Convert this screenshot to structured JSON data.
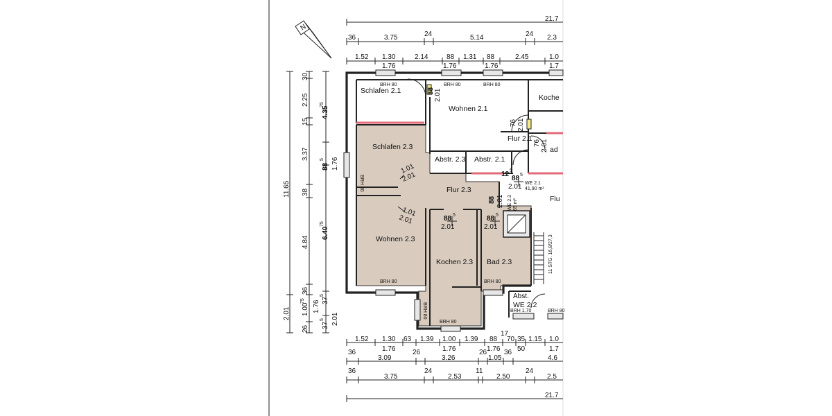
{
  "north_label": "N",
  "top_dimensions": {
    "overall": "21.7",
    "row2": [
      "36",
      "3.75",
      "24",
      "5.14",
      "24",
      "2.3"
    ],
    "row3_top": [
      "1.52",
      "1.30",
      "2.14",
      "88",
      "1.31",
      "88",
      "2.45",
      "1.0"
    ],
    "row3_bottom": [
      "1.76",
      "1.76",
      "1.76",
      "1.7"
    ]
  },
  "left_dimensions": {
    "col1": [
      "11.65",
      "2.01"
    ],
    "col2": [
      "30",
      "2.25",
      "15",
      "3.37",
      "38",
      "4.84",
      "36",
      "1.00",
      "26"
    ],
    "col2_sup": "75",
    "col3": [
      "4.35",
      "88",
      "6.40",
      "37",
      "37",
      "1.76"
    ],
    "col3_sups": [
      "75",
      "5",
      "75",
      "5",
      "5"
    ],
    "col4": [
      "1.76",
      "2.01"
    ]
  },
  "bottom_dimensions": {
    "row1_top": [
      "17"
    ],
    "row1": [
      "1.52",
      "1.30",
      "63",
      "1.39",
      "1.00",
      "1.39",
      "88",
      "70",
      "35",
      "1.15",
      "1.0"
    ],
    "row1_bottom": [
      "1.76",
      "1.76",
      "1.76",
      "50",
      "1.7"
    ],
    "row2": [
      "36",
      "3.09",
      "26",
      "3.26",
      "26",
      "1.05",
      "36",
      "4.6"
    ],
    "row3": [
      "36",
      "3.75",
      "24",
      "2.53",
      "11",
      "2.50",
      "24",
      "2.5"
    ],
    "overall": "21.7"
  },
  "rooms": {
    "schlafen21": "Schlafen 2.1",
    "wohnen21": "Wohnen 2.1",
    "kochen21": "Koche",
    "flur21": "Flur 2.1",
    "bad21": "ad",
    "abstr21": "Abstr. 2.1",
    "schlafen23": "Schlafen 2.3",
    "abstr23": "Abstr. 2.3",
    "flur23": "Flur 2.3",
    "wohnen23": "Wohnen 2.3",
    "kochen23": "Kochen 2.3",
    "bad23": "Bad 2.3",
    "flur_right": "Flu",
    "abst_we22": "Abst.",
    "we22": "WE 2.2",
    "we21": "WE 2.1",
    "we21_area": "41,90 m²",
    "we23": "WE 2.3",
    "we23_area": "65 m²",
    "stair_label": "11 STG. 16,8/27,3"
  },
  "window_labels": {
    "brh80": "BRH 80",
    "brh170": "BRH 1.70"
  },
  "door_labels": {
    "d88": "88",
    "sup5": "5",
    "d201": "2.01",
    "d101": "1.01",
    "d76": "76",
    "d125": "12",
    "d125_sup": "5"
  }
}
